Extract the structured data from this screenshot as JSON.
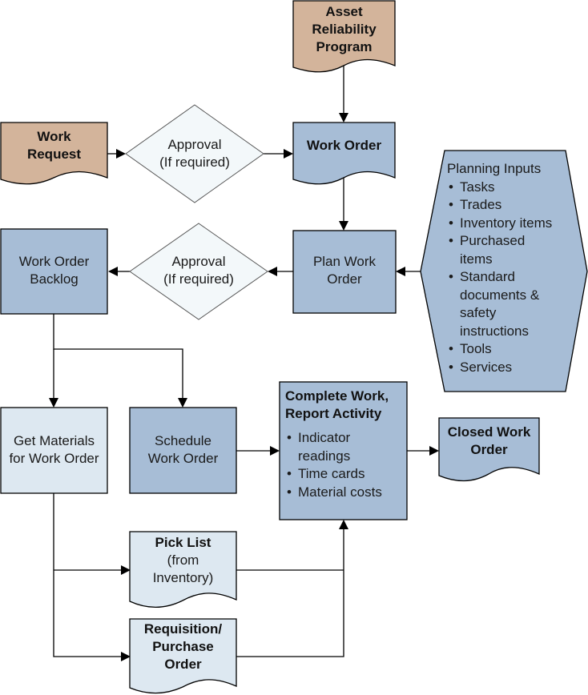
{
  "colors": {
    "tan": "#d3b49b",
    "blue": "#a7bdd6",
    "light_blue": "#dde8f1",
    "diamond_fill": "#f3f8fa",
    "line": "#000000"
  },
  "nodes": {
    "asset_program": {
      "lines": [
        "Asset",
        "Reliability",
        "Program"
      ],
      "shape": "document",
      "style": "tan"
    },
    "work_request": {
      "lines": [
        "Work",
        "Request"
      ],
      "shape": "document",
      "style": "tan"
    },
    "approval_1": {
      "lines": [
        "Approval",
        "(If required)"
      ],
      "shape": "decision"
    },
    "work_order": {
      "lines": [
        "Work Order"
      ],
      "shape": "document",
      "style": "blue"
    },
    "planning_inputs": {
      "title": "Planning Inputs",
      "shape": "hexagon",
      "items": [
        "Tasks",
        "Trades",
        "Inventory items",
        "Purchased items",
        "Standard documents & safety instructions",
        "Tools",
        "Services"
      ]
    },
    "plan_work_order": {
      "lines": [
        "Plan Work",
        "Order"
      ],
      "shape": "process",
      "style": "blue"
    },
    "approval_2": {
      "lines": [
        "Approval",
        "(If required)"
      ],
      "shape": "decision"
    },
    "work_order_backlog": {
      "lines": [
        "Work Order",
        "Backlog"
      ],
      "shape": "process",
      "style": "blue"
    },
    "get_materials": {
      "lines": [
        "Get Materials",
        "for Work Order"
      ],
      "shape": "process",
      "style": "light_blue"
    },
    "schedule_work_order": {
      "lines": [
        "Schedule",
        "Work Order"
      ],
      "shape": "process",
      "style": "blue"
    },
    "complete_work": {
      "title_lines": [
        "Complete Work,",
        "Report Activity"
      ],
      "shape": "process",
      "style": "blue",
      "items": [
        "Indicator readings",
        "Time cards",
        "Material costs"
      ]
    },
    "closed_work_order": {
      "lines": [
        "Closed Work",
        "Order"
      ],
      "shape": "document",
      "style": "blue"
    },
    "pick_list": {
      "title": "Pick List",
      "lines": [
        "(from",
        "Inventory)"
      ],
      "shape": "document",
      "style": "light_blue"
    },
    "requisition": {
      "lines": [
        "Requisition/",
        "Purchase",
        "Order"
      ],
      "shape": "document",
      "style": "light_blue"
    }
  },
  "edges": [
    {
      "from": "asset_program",
      "to": "work_order"
    },
    {
      "from": "work_request",
      "to": "approval_1"
    },
    {
      "from": "approval_1",
      "to": "work_order"
    },
    {
      "from": "work_order",
      "to": "plan_work_order"
    },
    {
      "from": "planning_inputs",
      "to": "plan_work_order"
    },
    {
      "from": "plan_work_order",
      "to": "approval_2"
    },
    {
      "from": "approval_2",
      "to": "work_order_backlog"
    },
    {
      "from": "work_order_backlog",
      "to": "get_materials"
    },
    {
      "from": "work_order_backlog",
      "to": "schedule_work_order"
    },
    {
      "from": "schedule_work_order",
      "to": "complete_work"
    },
    {
      "from": "complete_work",
      "to": "closed_work_order"
    },
    {
      "from": "get_materials",
      "to": "pick_list"
    },
    {
      "from": "get_materials",
      "to": "requisition"
    },
    {
      "from": "pick_list",
      "to": "complete_work"
    },
    {
      "from": "requisition",
      "to": "complete_work"
    }
  ]
}
